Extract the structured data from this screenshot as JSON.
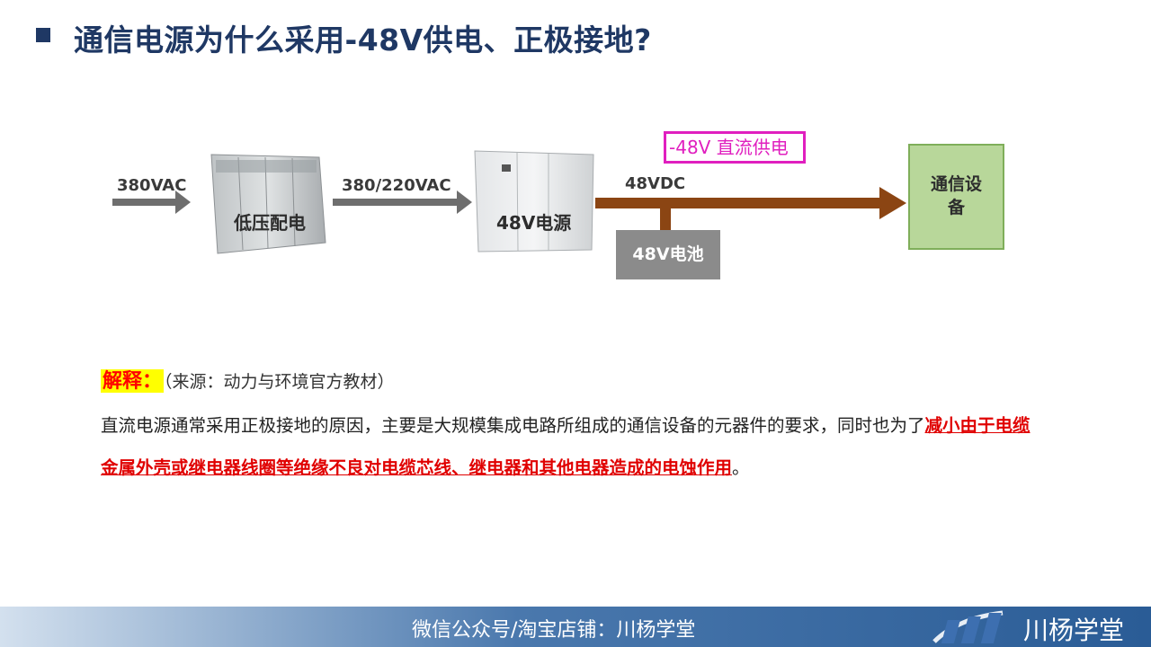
{
  "slide": {
    "title": "通信电源为什么采用-48V供电、正极接地?"
  },
  "diagram": {
    "input_label": "380VAC",
    "cabinet1_label": "低压配电",
    "mid_label": "380/220VAC",
    "cabinet2_label": "48V电源",
    "dc_label": "48VDC",
    "highlight_label": "-48V 直流供电",
    "battery_label": "48V电池",
    "device_line1": "通信设",
    "device_line2": "备",
    "colors": {
      "arrow": "#8b4513",
      "highlight_border": "#e01fbf",
      "device_fill": "#b8d79a",
      "battery_fill": "#8b8b8b"
    }
  },
  "explanation": {
    "key": "解释：",
    "source": "（来源：动力与环境官方教材）",
    "text_plain": "直流电源通常采用正极接地的原因，主要是大规模集成电路所组成的通信设备的元器件的要求，同时也为了",
    "text_highlight": "减小由于电缆金属外壳或继电器线圈等绝缘不良对电缆芯线、继电器和其他电器造成的电蚀作用",
    "text_end": "。"
  },
  "footer": {
    "text": "微信公众号/淘宝店铺：川杨学堂",
    "logo_text": "川杨学堂"
  }
}
